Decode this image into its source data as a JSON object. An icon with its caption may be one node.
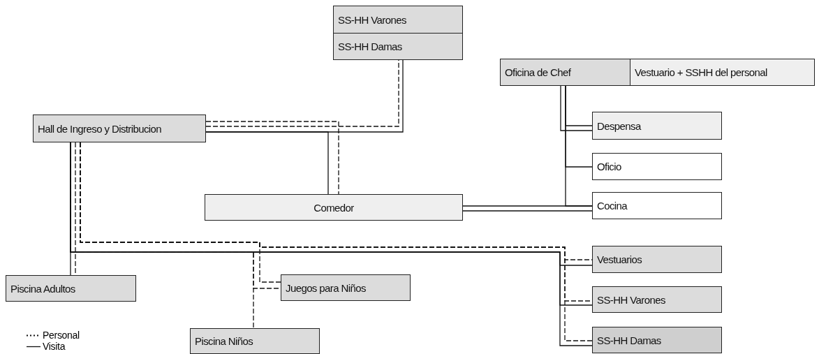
{
  "diagram": {
    "nodes": [
      {
        "text": [
          "SS-HH Varones"
        ]
      },
      {
        "text": [
          "SS-HH Damas"
        ]
      },
      {
        "text": [
          "Oficina de Chef"
        ]
      },
      {
        "text": [
          "Vestuario + SSHH del personal"
        ]
      },
      {
        "text": [
          "Hall de Ingreso y Distribucion"
        ]
      },
      {
        "text": [
          "Despensa"
        ]
      },
      {
        "text": [
          "Oficio"
        ]
      },
      {
        "text": [
          "Comedor"
        ]
      },
      {
        "text": [
          "Cocina"
        ]
      },
      {
        "text": [
          "Piscina Adultos"
        ]
      },
      {
        "text": [
          "Juegos para Niños"
        ]
      },
      {
        "text": [
          "Vestuarios"
        ]
      },
      {
        "text": [
          "SS-HH Varones"
        ]
      },
      {
        "text": [
          "Piscina Niños"
        ]
      },
      {
        "text": [
          "SS-HH Damas"
        ]
      }
    ],
    "edges": [
      {
        "from": 4,
        "to": 1,
        "arrow": "none",
        "style": "dashed"
      },
      {
        "from": 4,
        "to": 1,
        "arrow": "none"
      },
      {
        "from": 4,
        "to": 7,
        "arrow": "none",
        "style": "dashed"
      },
      {
        "from": 4,
        "to": 7,
        "arrow": "none"
      },
      {
        "from": 4,
        "to": 9,
        "arrow": "none"
      },
      {
        "from": 4,
        "to": 9,
        "arrow": "none",
        "style": "dashed"
      },
      {
        "from": 4,
        "to": 10,
        "arrow": "none",
        "style": "dashed"
      },
      {
        "from": 4,
        "to": 10,
        "arrow": "none",
        "style": "dashed"
      },
      {
        "from": 4,
        "to": 13,
        "arrow": "none",
        "style": "dashed"
      },
      {
        "from": 4,
        "to": 11,
        "arrow": "none",
        "style": "dashed"
      },
      {
        "from": 4,
        "to": 11,
        "arrow": "none"
      },
      {
        "from": 4,
        "to": 12,
        "arrow": "none",
        "style": "dashed"
      },
      {
        "from": 4,
        "to": 12,
        "arrow": "none"
      },
      {
        "from": 4,
        "to": 14,
        "arrow": "none",
        "style": "dashed"
      },
      {
        "from": 4,
        "to": 14,
        "arrow": "none"
      },
      {
        "from": 2,
        "to": 5,
        "arrow": "none"
      },
      {
        "from": 2,
        "to": 5,
        "arrow": "none"
      },
      {
        "from": 2,
        "to": 6,
        "arrow": "none"
      },
      {
        "from": 2,
        "to": 8,
        "arrow": "none"
      },
      {
        "from": 7,
        "to": 8,
        "arrow": "none"
      },
      {
        "from": 7,
        "to": 8,
        "arrow": "none"
      }
    ],
    "legend": [
      {
        "text": "Personal"
      },
      {
        "text": "Visita"
      }
    ]
  }
}
